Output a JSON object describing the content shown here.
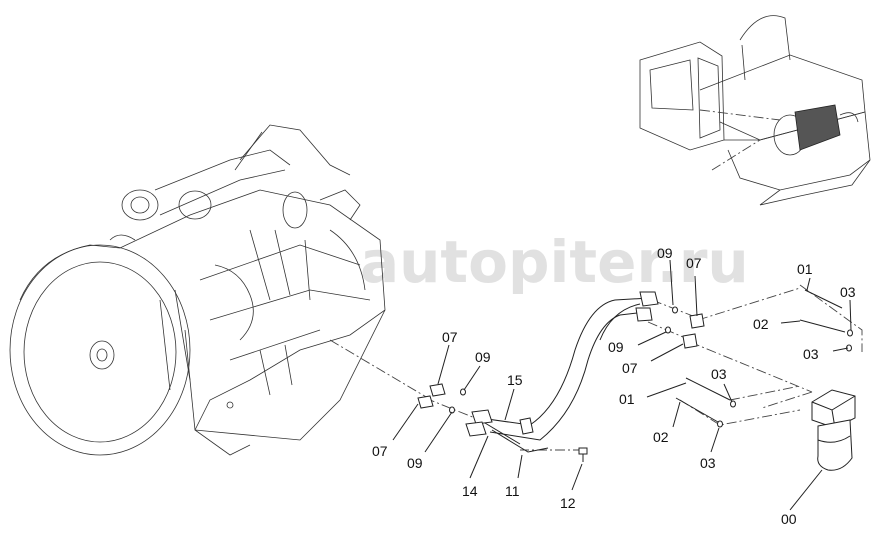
{
  "watermark": "autopiter.ru",
  "callouts": [
    {
      "id": "c-07-top",
      "text": "07"
    },
    {
      "id": "c-09-top",
      "text": "09"
    },
    {
      "id": "c-15",
      "text": "15"
    },
    {
      "id": "c-07-left",
      "text": "07"
    },
    {
      "id": "c-09-left",
      "text": "09"
    },
    {
      "id": "c-14",
      "text": "14"
    },
    {
      "id": "c-11",
      "text": "11"
    },
    {
      "id": "c-12",
      "text": "12"
    },
    {
      "id": "c-09-right",
      "text": "09"
    },
    {
      "id": "c-07-right",
      "text": "07"
    },
    {
      "id": "c-09-mid",
      "text": "09"
    },
    {
      "id": "c-07-mid",
      "text": "07"
    },
    {
      "id": "c-01-top",
      "text": "01"
    },
    {
      "id": "c-03-top",
      "text": "03"
    },
    {
      "id": "c-02-top",
      "text": "02"
    },
    {
      "id": "c-03-mid",
      "text": "03"
    },
    {
      "id": "c-03-low",
      "text": "03"
    },
    {
      "id": "c-01-low",
      "text": "01"
    },
    {
      "id": "c-02-low",
      "text": "02"
    },
    {
      "id": "c-03-bot",
      "text": "03"
    },
    {
      "id": "c-00",
      "text": "00"
    }
  ]
}
